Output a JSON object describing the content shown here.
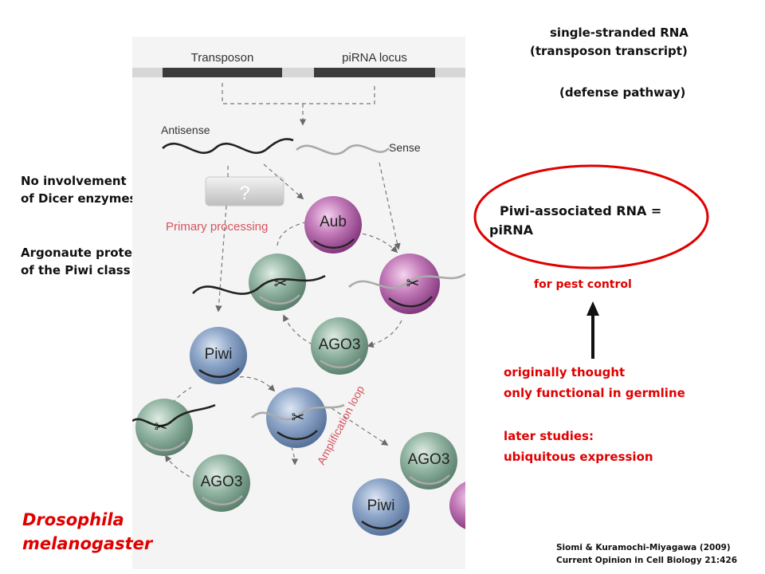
{
  "right_top": {
    "line1": "single-stranded RNA",
    "line2": "(transposon transcript)",
    "line3": "(defense pathway)"
  },
  "left_notes": {
    "dicer_line1": "No involvement",
    "dicer_line2": "of Dicer enzymes",
    "argo_line1": "Argonaute proteins",
    "argo_line2": "of the Piwi class"
  },
  "ellipse": {
    "line1": "Piwi-associated RNA =",
    "line2": "piRNA"
  },
  "pest": "for pest control",
  "notes": {
    "orig1": "originally thought",
    "orig2": "only functional in germline",
    "later1": "later studies:",
    "later2": "ubiquitous expression"
  },
  "species": {
    "line1": "Drosophila",
    "line2": "melanogaster"
  },
  "citation": {
    "line1": "Siomi & Kuramochi-Miyagawa (2009)",
    "line2": "Current Opinion in Cell Biology 21:426"
  },
  "diagram": {
    "transposon": "Transposon",
    "pirna_locus": "piRNA locus",
    "antisense": "Antisense",
    "sense": "Sense",
    "question": "?",
    "primary": "Primary processing",
    "aub": "Aub",
    "ago3_a": "AGO3",
    "piwi_a": "Piwi",
    "ago3_b": "AGO3",
    "amplification": "Amplification loop",
    "ago3_c": "AGO3",
    "piwi_b": "Piwi"
  },
  "colors": {
    "red": "#e00000",
    "aub": "#9a3f92",
    "ago3": "#6e9784",
    "piwi": "#5f7ba4"
  }
}
